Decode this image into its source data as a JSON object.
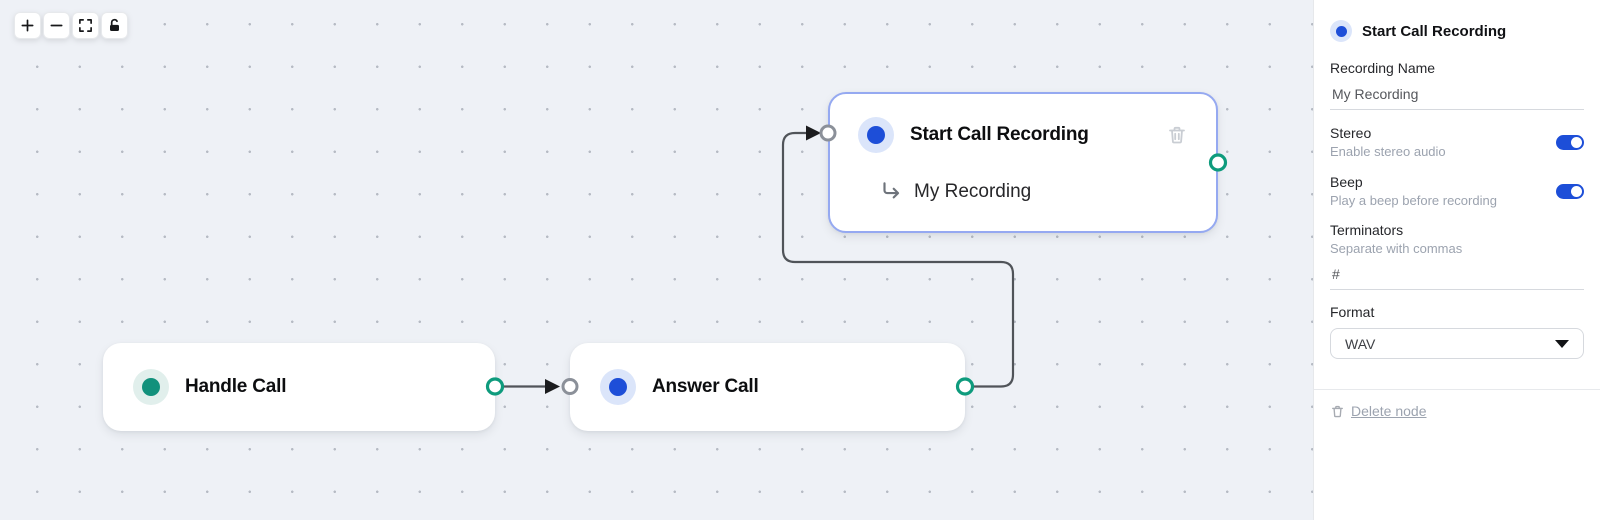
{
  "canvas": {
    "toolbar": {
      "zoom_in": "+",
      "zoom_out": "−",
      "fit_view": "fit-view",
      "lock": "unlock"
    },
    "nodes": [
      {
        "id": "handle-call",
        "title": "Handle Call",
        "accent": "teal"
      },
      {
        "id": "answer-call",
        "title": "Answer Call",
        "accent": "blue"
      },
      {
        "id": "start-call-recording",
        "title": "Start Call Recording",
        "subtitle": "My Recording",
        "accent": "blue",
        "selected": true
      }
    ],
    "edges": [
      {
        "from": "handle-call",
        "to": "answer-call"
      },
      {
        "from": "answer-call",
        "to": "start-call-recording"
      }
    ]
  },
  "panel": {
    "title": "Start Call Recording",
    "recording_name": {
      "label": "Recording Name",
      "value": "My Recording"
    },
    "stereo": {
      "label": "Stereo",
      "description": "Enable stereo audio",
      "enabled": true
    },
    "beep": {
      "label": "Beep",
      "description": "Play a beep before recording",
      "enabled": true
    },
    "terminators": {
      "label": "Terminators",
      "description": "Separate with commas",
      "value": "#"
    },
    "format": {
      "label": "Format",
      "value": "WAV"
    },
    "delete_label": "Delete node"
  },
  "colors": {
    "accent_blue": "#1d4ed8",
    "accent_blue_halo": "#dbe5fa",
    "accent_teal": "#12917c",
    "accent_teal_halo": "#e1efec",
    "selected_node_border": "#95a9f1",
    "output_handle": "#0e9b7d",
    "input_handle": "#8b9099",
    "edge": "#505459",
    "toggle_on": "#1d4ed8",
    "canvas_background": "#eef1f6"
  }
}
